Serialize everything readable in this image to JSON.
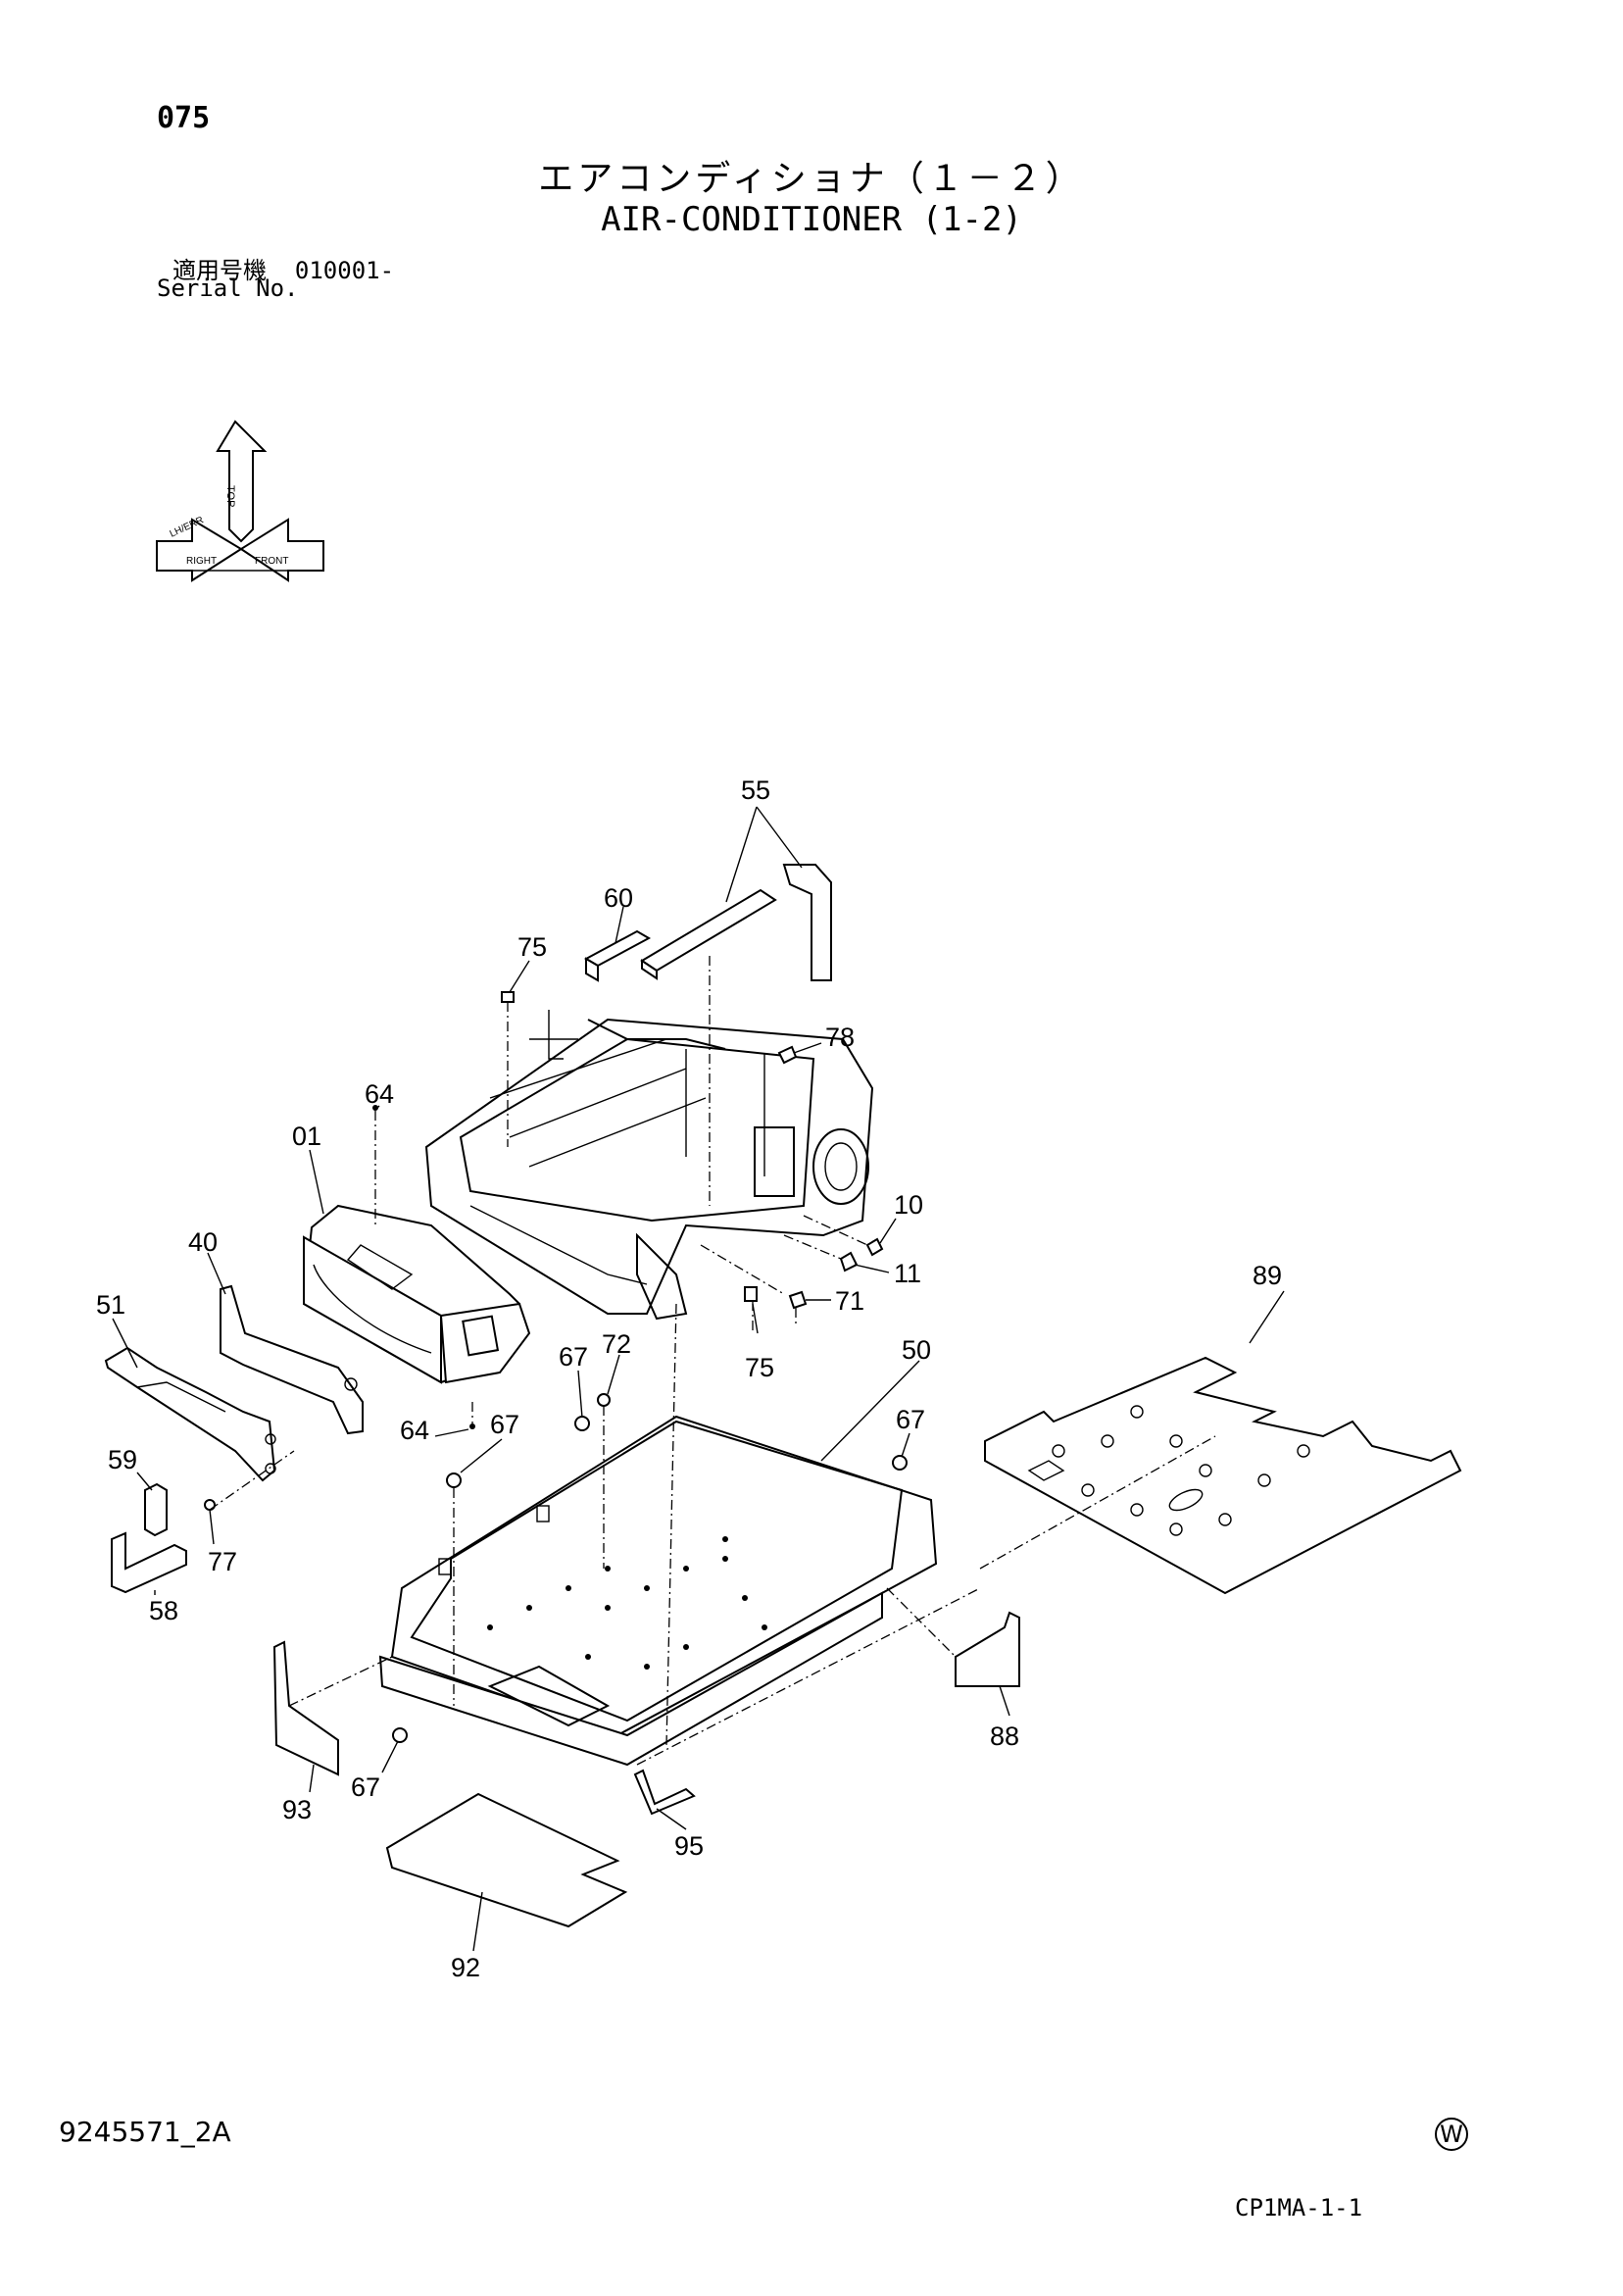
{
  "header": {
    "page_number": "075",
    "title_jp": "エアコンディショナ（１－２）",
    "title_en": "AIR-CONDITIONER (1-2)",
    "serial_label_jp": "適用号機",
    "serial_value": "010001-",
    "serial_label_en": "Serial No."
  },
  "orientation_icon": {
    "labels": [
      "TOP",
      "LH/ERR",
      "RIGHT",
      "FRONT"
    ]
  },
  "callouts": [
    {
      "id": "c55",
      "label": "55"
    },
    {
      "id": "c60",
      "label": "60"
    },
    {
      "id": "c75a",
      "label": "75"
    },
    {
      "id": "c78",
      "label": "78"
    },
    {
      "id": "c64a",
      "label": "64"
    },
    {
      "id": "c01",
      "label": "01"
    },
    {
      "id": "c10",
      "label": "10"
    },
    {
      "id": "c40",
      "label": "40"
    },
    {
      "id": "c11",
      "label": "11"
    },
    {
      "id": "c89",
      "label": "89"
    },
    {
      "id": "c71",
      "label": "71"
    },
    {
      "id": "c51",
      "label": "51"
    },
    {
      "id": "c50",
      "label": "50"
    },
    {
      "id": "c67a",
      "label": "67"
    },
    {
      "id": "c72",
      "label": "72"
    },
    {
      "id": "c75b",
      "label": "75"
    },
    {
      "id": "c67b",
      "label": "67"
    },
    {
      "id": "c64b",
      "label": "64"
    },
    {
      "id": "c67c",
      "label": "67"
    },
    {
      "id": "c59",
      "label": "59"
    },
    {
      "id": "c77",
      "label": "77"
    },
    {
      "id": "c58",
      "label": "58"
    },
    {
      "id": "c88",
      "label": "88"
    },
    {
      "id": "c67d",
      "label": "67"
    },
    {
      "id": "c93",
      "label": "93"
    },
    {
      "id": "c95",
      "label": "95"
    },
    {
      "id": "c92",
      "label": "92"
    }
  ],
  "footer": {
    "document_number": "9245571_2A",
    "w_mark": "W",
    "sheet_code": "CP1MA-1-1"
  }
}
